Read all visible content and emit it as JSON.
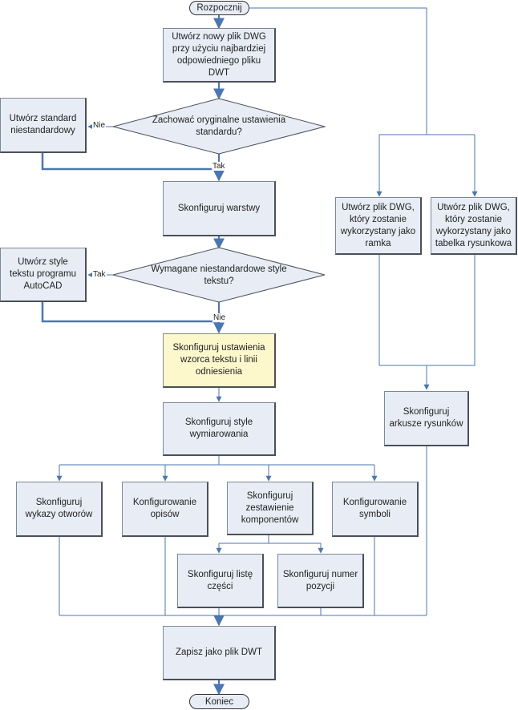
{
  "start": "Rozpocznij",
  "end": "Koniec",
  "steps": {
    "create_dwg": "Utwórz nowy plik DWG\nprzy użyciu najbardziej\nodpowiedniego pliku\nDWT",
    "create_standard": "Utwórz standard\nniestandardowy",
    "config_layers": "Skonfiguruj warstwy",
    "create_text_styles": "Utwórz style\ntekstu programu\nAutoCAD",
    "config_text_patterns": "Skonfiguruj ustawienia\nwzorca tekstu i linii\nodniesienia",
    "config_dim_styles": "Skonfiguruj style\nwymiarowania",
    "config_hole_tables": "Skonfiguruj\nwykazy otworów",
    "config_descriptions": "Konfigurowanie\nopisów",
    "config_components": "Skonfiguruj\nzestawienie\nkomponentów",
    "config_symbols": "Konfigurowanie\nsymboli",
    "config_parts_list": "Skonfiguruj listę\nczęści",
    "config_item_number": "Skonfiguruj numer\npozycji",
    "save_dwt": "Zapisz jako plik DWT",
    "create_frame": "Utwórz plik DWG,\nktóry zostanie\nwykorzystany jako\nramka",
    "create_title_block": "Utwórz plik DWG,\nktóry zostanie\nwykorzystany jako\ntabelka rysunkowa",
    "config_sheets": "Skonfiguruj\narkusze rysunków"
  },
  "decisions": {
    "keep_standard": "Zachować oryginalne ustawienia\nstandardu?",
    "text_styles": "Wymagane niestandardowe style\ntekstu?"
  },
  "labels": {
    "no1": "Nie",
    "yes1": "Tak",
    "yes2": "Tak",
    "no2": "Nie"
  },
  "colors": {
    "box_fill": "#e8edf5",
    "highlight_fill": "#fcf8cc",
    "connector": "#4a76b5"
  }
}
